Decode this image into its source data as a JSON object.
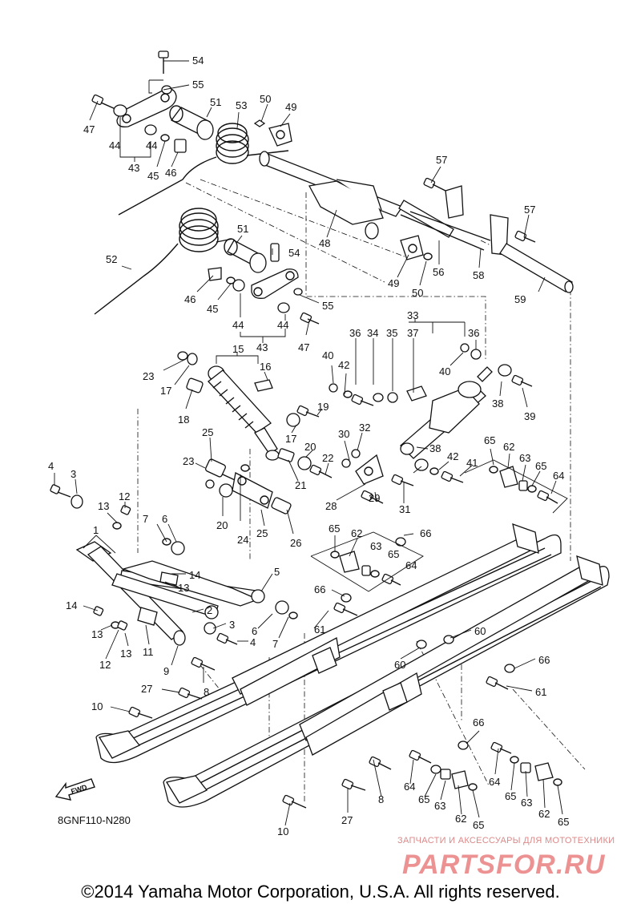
{
  "diagram": {
    "ref_code": "8GNF110-N280",
    "fwd_label": "FWD",
    "callouts": [
      "1",
      "2",
      "3",
      "4",
      "5",
      "6",
      "7",
      "8",
      "9",
      "10",
      "11",
      "12",
      "13",
      "14",
      "15",
      "16",
      "17",
      "18",
      "19",
      "20",
      "21",
      "22",
      "23",
      "24",
      "25",
      "26",
      "27",
      "28",
      "29",
      "30",
      "31",
      "32",
      "33",
      "34",
      "35",
      "36",
      "37",
      "38",
      "39",
      "40",
      "41",
      "42",
      "43",
      "44",
      "45",
      "46",
      "47",
      "48",
      "49",
      "50",
      "51",
      "52",
      "53",
      "54",
      "55",
      "56",
      "57",
      "58",
      "59",
      "60",
      "61",
      "62",
      "63",
      "64",
      "65",
      "66"
    ]
  },
  "watermark": {
    "caption": "ЗАПЧАСТИ И АКСЕССУАРЫ ДЛЯ МОТОТЕХНИКИ",
    "brand": "PARTSFOR.RU",
    "brand_color": "#e03a3a"
  },
  "footer": {
    "copyright": "©2014 Yamaha Motor Corporation, U.S.A. All rights reserved."
  }
}
